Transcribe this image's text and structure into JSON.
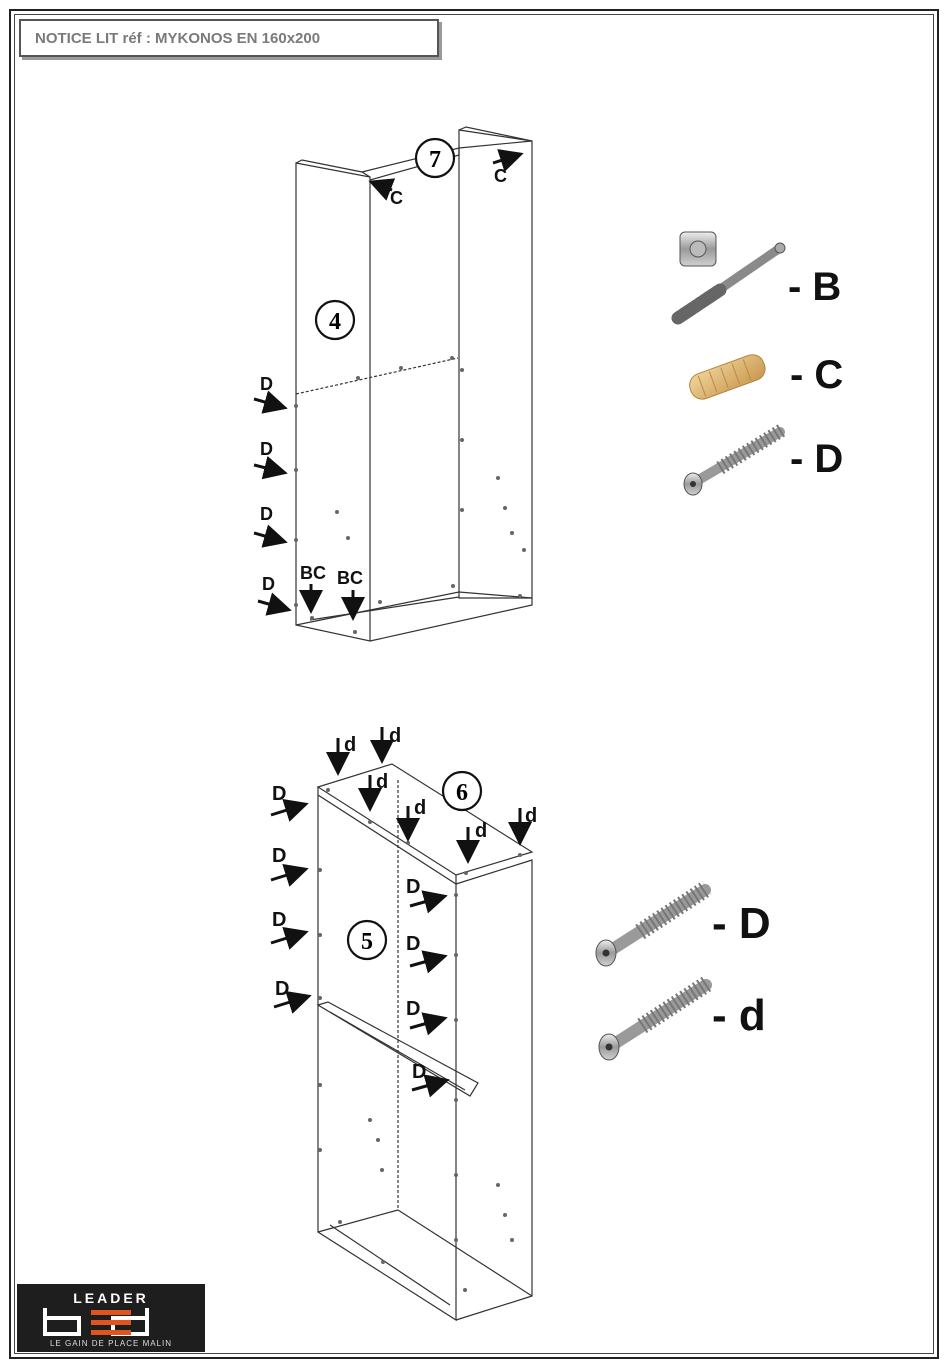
{
  "header": {
    "title": "NOTICE LIT réf :  MYKONOS EN 160x200"
  },
  "step1": {
    "panel_numbers": [
      "7",
      "4"
    ],
    "arrow_labels": {
      "c_left": "C",
      "c_right": "C",
      "d": "D",
      "bc": "BC"
    }
  },
  "step2": {
    "panel_numbers": [
      "6",
      "5"
    ],
    "arrow_labels": {
      "d_upper": "d",
      "D": "D"
    }
  },
  "parts_top": [
    {
      "label": "- B",
      "icon": "cam-lock-bolt-icon"
    },
    {
      "label": "- C",
      "icon": "wooden-dowel-icon"
    },
    {
      "label": "- D",
      "icon": "screw-icon"
    }
  ],
  "parts_bottom": [
    {
      "label": "- D",
      "icon": "screw-icon"
    },
    {
      "label": "- d",
      "icon": "screw-icon"
    }
  ],
  "logo": {
    "brand": "LEADER",
    "wordmark": "bed",
    "tagline": "LE GAIN DE PLACE MALIN",
    "colors": {
      "background": "#1e1e1e",
      "accent": "#e0541f"
    }
  }
}
